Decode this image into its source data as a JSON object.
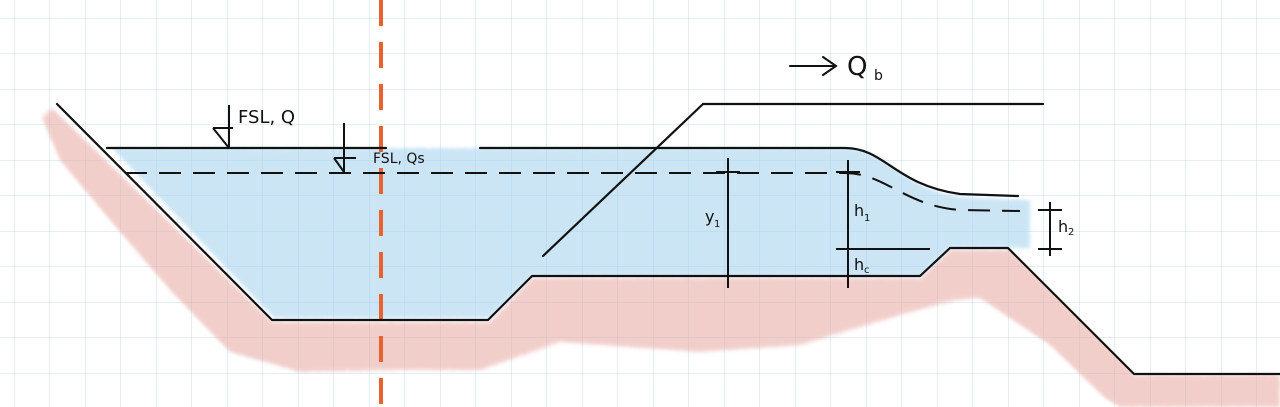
{
  "labels": {
    "fsl_q": "FSL, Q",
    "fsl_qs": "FSL, Qs",
    "qb_label": "Q",
    "qb_sub": "b",
    "y1": "y",
    "y1_sub": "1",
    "h1": "h",
    "h1_sub": "1",
    "h2": "h",
    "h2_sub": "2",
    "hc": "h",
    "hc_sub": "c"
  },
  "colors": {
    "grid": "#c7dcea",
    "water": "#a9d4ef",
    "ground": "#e6a7a0",
    "centerline": "#e8622f",
    "ink": "#111111"
  }
}
